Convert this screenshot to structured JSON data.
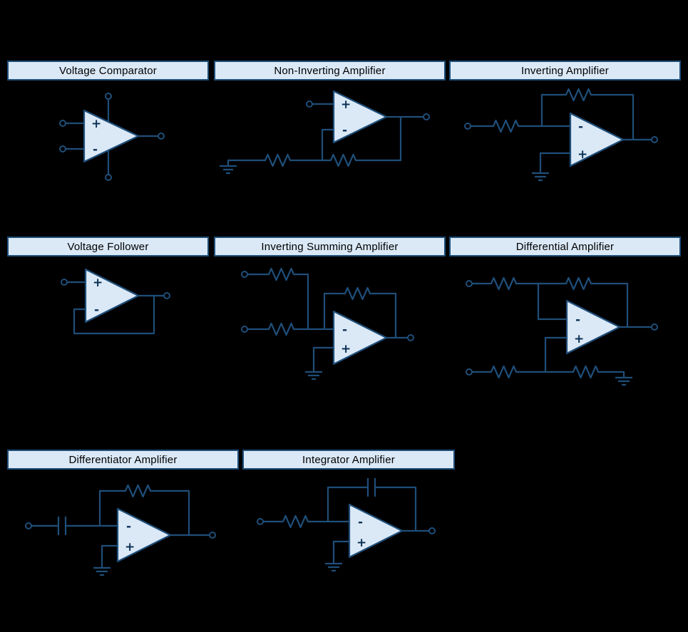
{
  "page": {
    "background": "#000000"
  },
  "colors": {
    "wire": "#1f4e79",
    "opamp_fill": "#dbe9f7",
    "header_fill": "#dbe9f7",
    "header_border": "#1f4e79",
    "header_text": "#000000",
    "label_text": "#0c3156"
  },
  "opamp": {
    "plus_label": "+",
    "minus_label": "-"
  },
  "circuits": [
    {
      "title": "Voltage Comparator"
    },
    {
      "title": "Non-Inverting Amplifier"
    },
    {
      "title": "Inverting Amplifier"
    },
    {
      "title": "Voltage Follower"
    },
    {
      "title": "Inverting Summing Amplifier"
    },
    {
      "title": "Differential Amplifier"
    },
    {
      "title": "Differentiator Amplifier"
    },
    {
      "title": "Integrator Amplifier"
    }
  ]
}
